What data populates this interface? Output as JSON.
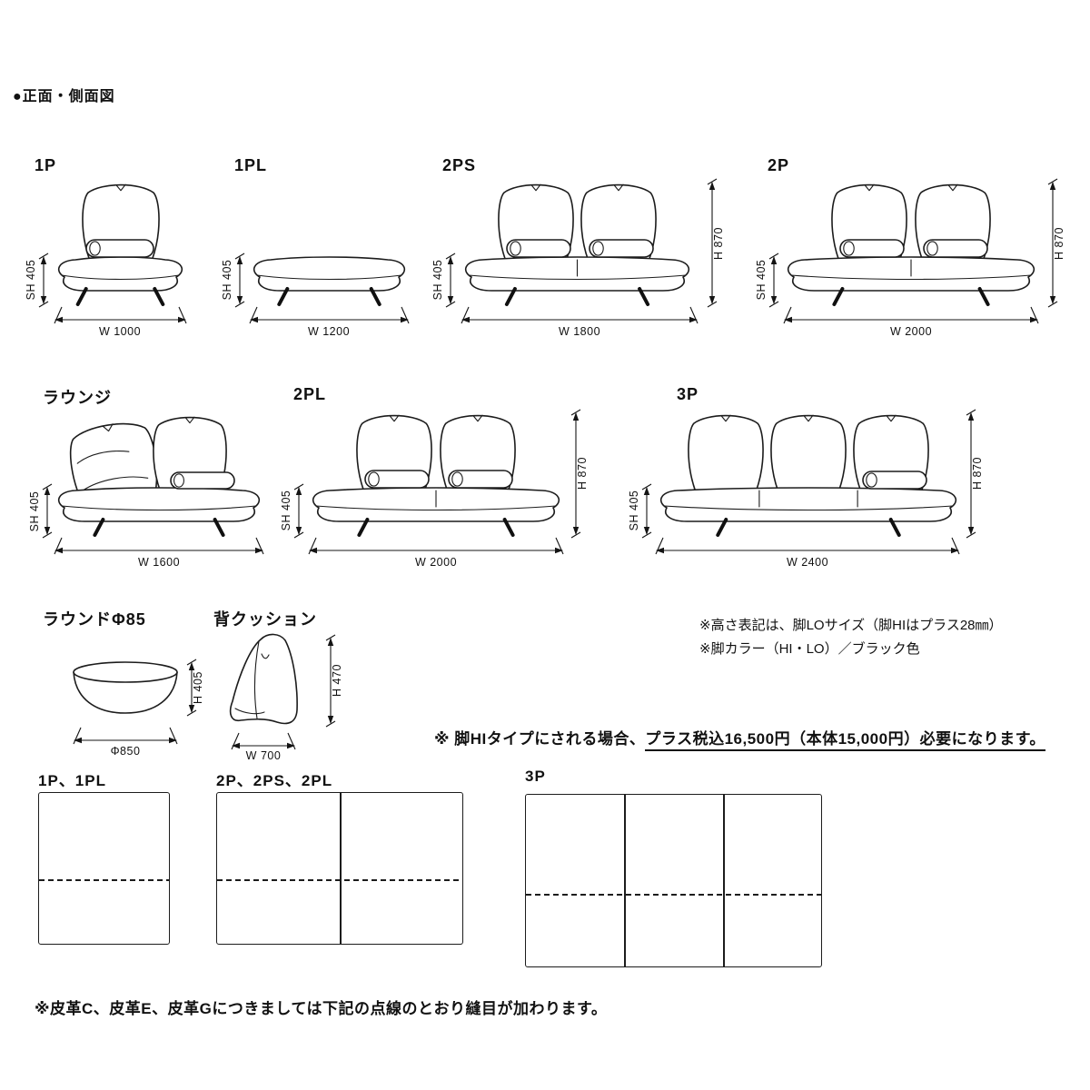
{
  "header": {
    "title": "●正面・側面図"
  },
  "diagrams": {
    "p1": {
      "label": "1P",
      "w": "W 1000",
      "sh": "SH 405"
    },
    "p1l": {
      "label": "1PL",
      "w": "W 1200",
      "sh": "SH 405"
    },
    "p2s": {
      "label": "2PS",
      "w": "W 1800",
      "sh": "SH 405",
      "h": "H 870"
    },
    "p2": {
      "label": "2P",
      "w": "W 2000",
      "sh": "SH 405",
      "h": "H 870"
    },
    "lounge": {
      "label": "ラウンジ",
      "w": "W 1600",
      "sh": "SH 405"
    },
    "p2l": {
      "label": "2PL",
      "w": "W 2000",
      "sh": "SH 405",
      "h": "H 870"
    },
    "p3": {
      "label": "3P",
      "w": "W 2400",
      "sh": "SH 405",
      "h": "H 870"
    },
    "round": {
      "label": "ラウンドΦ85",
      "w": "Φ850",
      "h": "H 405"
    },
    "cushion": {
      "label": "背クッション",
      "w": "W 700",
      "h": "H 470"
    }
  },
  "notes": {
    "height_note": "※高さ表記は、脚LOサイズ（脚HIはプラス28㎜）",
    "leg_color_note": "※脚カラー（HI・LO）／ブラック色",
    "price_note_prefix": "※ 脚HIタイプにされる場合、",
    "price_note_underlined": "プラス税込16,500円（本体15,000円）必要になります。",
    "leather_note": "※皮革C、皮革E、皮革Gにつきましては下記の点線のとおり縫目が加わります。"
  },
  "seam_patterns": {
    "s1": {
      "label": "1P、1PL"
    },
    "s2": {
      "label": "2P、2PS、2PL"
    },
    "s3": {
      "label": "3P"
    }
  }
}
